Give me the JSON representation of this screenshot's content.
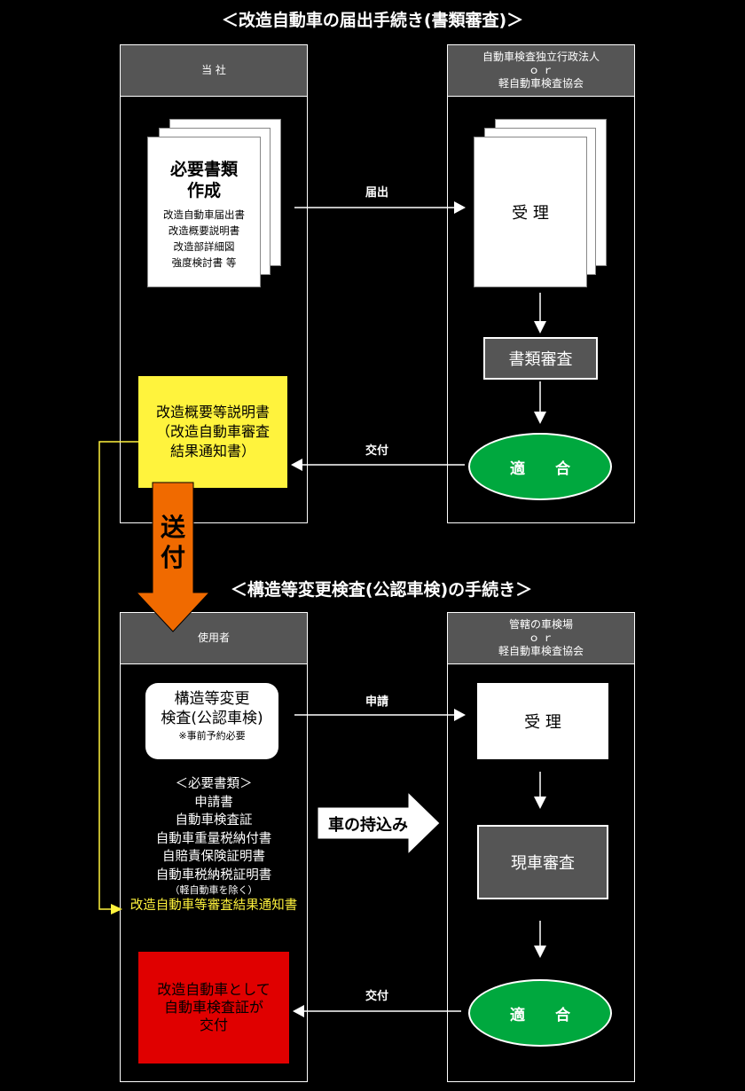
{
  "top_section": {
    "title": "＜改造自動車の届出手続き(書類審査)＞",
    "left_header": "当 社",
    "right_header_line1": "自動車検査独立行政法人",
    "right_header_line2": "ｏ ｒ",
    "right_header_line3": "軽自動車検査協会",
    "doc_title_line1": "必要書類",
    "doc_title_line2": "作成",
    "doc_items": [
      "改造自動車届出書",
      "改造概要説明書",
      "改造部詳細図",
      "強度検討書 等"
    ],
    "arrow_submit_label": "届出",
    "receive_label": "受 理",
    "review_label": "書類審査",
    "pass_label": "適 合",
    "arrow_issue_label": "交付",
    "yellow_line1": "改造概要等説明書",
    "yellow_line2": "（改造自動車審査",
    "yellow_line3": "結果通知書）",
    "send_label_1": "送",
    "send_label_2": "付"
  },
  "bottom_section": {
    "title": "＜構造等変更検査(公認車検)の手続き＞",
    "left_header": "使用者",
    "right_header_line1": "管轄の車検場",
    "right_header_line2": "ｏ ｒ",
    "right_header_line3": "軽自動車検査協会",
    "inspection_line1": "構造等変更",
    "inspection_line2": "検査(公認車検)",
    "inspection_note": "※事前予約必要",
    "arrow_apply_label": "申請",
    "docs_heading": "＜必要書類＞",
    "docs": [
      "申請書",
      "自動車検査証",
      "自動車重量税納付書",
      "自賠責保険証明書",
      "自動車税納税証明書"
    ],
    "docs_note": "（軽自動車を除く）",
    "docs_highlight": "改造自動車等審査結果通知書",
    "bring_car_label": "車の持込み",
    "receive_label": "受 理",
    "vehicle_review_label": "現車審査",
    "pass_label": "適 合",
    "arrow_issue_label": "交付",
    "result_line1": "改造自動車として",
    "result_line2": "自動車検査証が",
    "result_line3": "交付"
  },
  "colors": {
    "background": "#000000",
    "header_gray": "#555555",
    "pass_green": "#00a83e",
    "highlight_yellow": "#fff33d",
    "result_red": "#e00000",
    "send_orange": "#f06a00"
  }
}
